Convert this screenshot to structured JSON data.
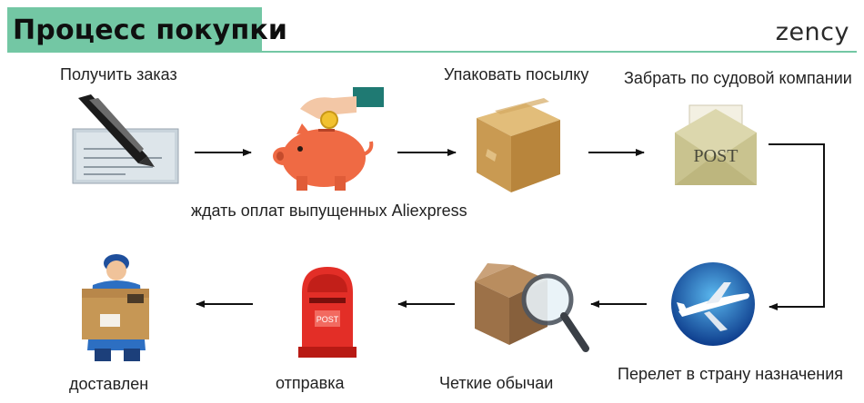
{
  "header": {
    "title": "Процесс покупки",
    "brand": "zency",
    "accent_color": "#73c7a4"
  },
  "steps": [
    {
      "label": "Получить заказ",
      "icon": "signing-check-icon"
    },
    {
      "label": "ждать оплат выпущенных Aliexpress",
      "icon": "piggy-bank-icon"
    },
    {
      "label": "Упаковать посылку",
      "icon": "cardboard-box-icon"
    },
    {
      "label": "Забрать по судовой компании",
      "icon": "post-envelope-icon",
      "icon_text": "POST"
    },
    {
      "label": "Перелет в страну назначения",
      "icon": "airplane-icon"
    },
    {
      "label": "Четкие обычаи",
      "icon": "magnifier-box-icon"
    },
    {
      "label": "отправка",
      "icon": "red-mailbox-icon",
      "icon_text": "POST"
    },
    {
      "label": "доставлен",
      "icon": "courier-with-package-icon"
    }
  ]
}
